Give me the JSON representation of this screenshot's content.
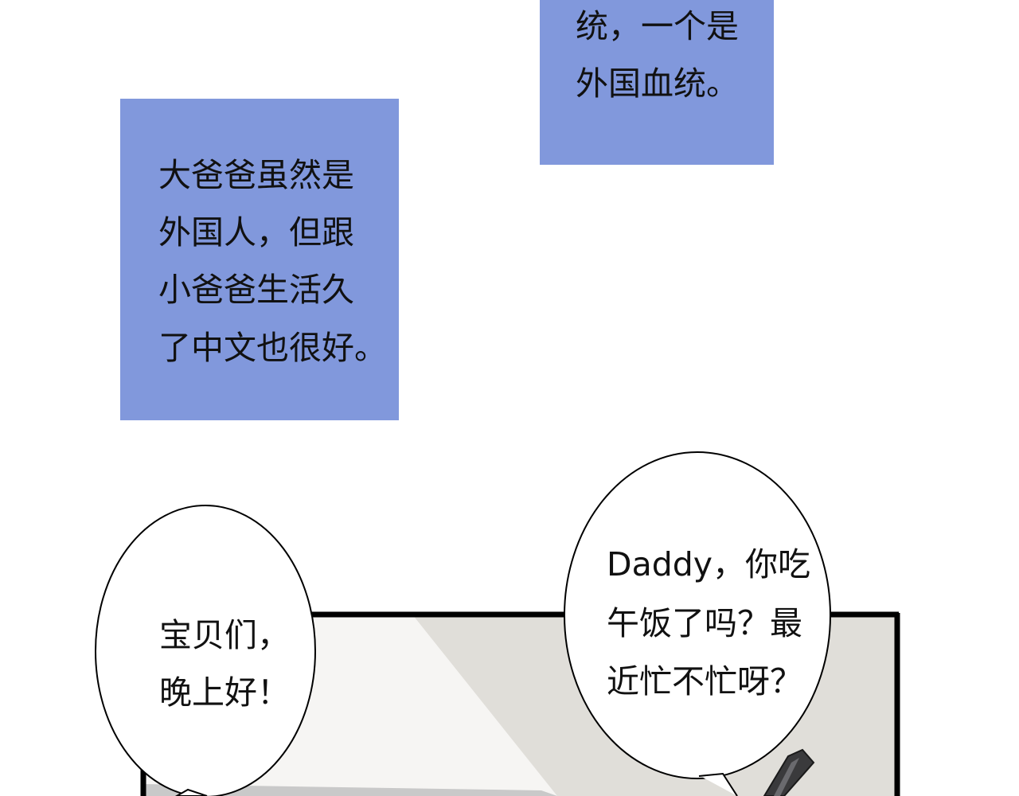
{
  "caption_top": {
    "lines": [
      "统，一个是",
      "外国血统。"
    ]
  },
  "caption_left": {
    "lines": [
      "大爸爸虽然是",
      "外国人，但跟",
      "小爸爸生活久",
      "了中文也很好。"
    ]
  },
  "bubble_left": {
    "lines": [
      "宝贝们，",
      "晚上好！"
    ]
  },
  "bubble_right": {
    "lines": [
      "Daddy，你吃",
      "午饭了吗？最",
      "近忙不忙呀？"
    ]
  },
  "colors": {
    "caption_bg": "#8198dc",
    "panel_border": "#000000",
    "wall": "#e0ded9"
  }
}
